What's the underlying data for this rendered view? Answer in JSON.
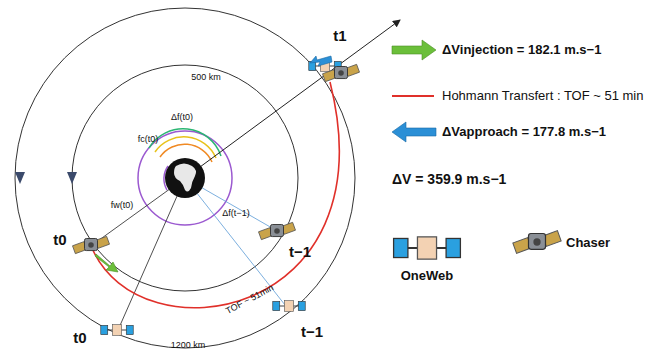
{
  "diagram": {
    "labels": [
      "t1",
      "500 km",
      "Δf(t0)",
      "fc(t0)",
      "t0",
      "fw(t0)",
      "t−1",
      "Δf(t−1)",
      "TOF ~ 51min",
      "t0",
      "t−1",
      "1200 km",
      "ΔV = 359.9 m.s−1"
    ],
    "legend": [
      {
        "text": "ΔVinjection = 182.1 m.s−1"
      },
      {
        "text": "Hohmann Transfert : TOF ~ 51 min"
      },
      {
        "text": "ΔVapproach = 177.8 m.s−1"
      },
      {
        "text": "OneWeb"
      },
      {
        "text": "Chaser"
      }
    ]
  }
}
